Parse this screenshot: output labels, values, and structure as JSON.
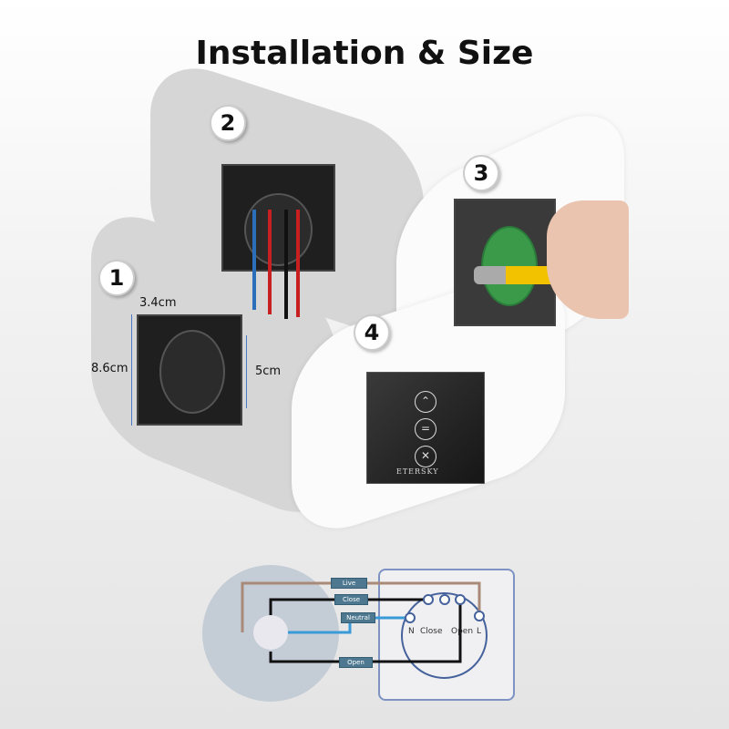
{
  "title": "Installation & Size",
  "steps": [
    "1",
    "2",
    "3",
    "4"
  ],
  "dimensions": {
    "depth": "3.4cm",
    "height": "8.6cm",
    "inner": "5cm"
  },
  "brand": "ETERSKY",
  "buttons": {
    "up": "⌃",
    "stop": "=",
    "down": "✕"
  },
  "wiring": {
    "labels": {
      "live": "Live",
      "close": "Close",
      "neutral": "Neutral",
      "open": "Open"
    },
    "terminals": {
      "n": "N",
      "close": "Close",
      "open": "Open",
      "l": "L"
    }
  },
  "colors": {
    "live": "#a98a78",
    "neutral": "#3a9ad8",
    "wire": "#111111",
    "label_bg": "#4d7890"
  }
}
